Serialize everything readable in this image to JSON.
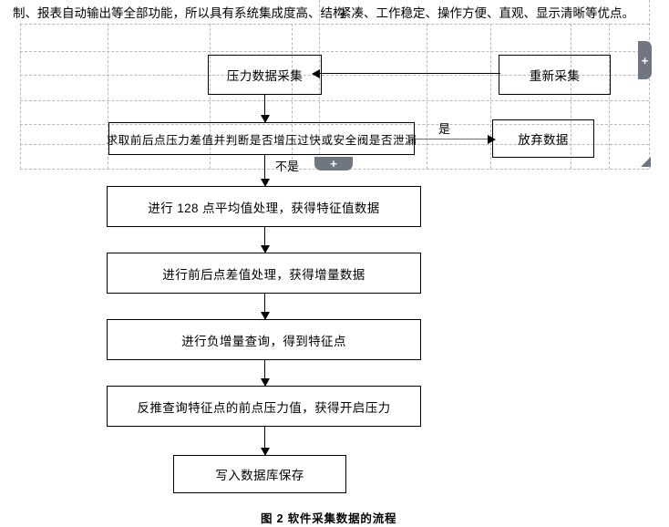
{
  "document": {
    "paragraph_left": "制、报表自动输出等全部功能，所以具有系统集成度高、结构",
    "paragraph_right": "紧凑、工作稳定、操作方便、直观、显示清晰等优点。",
    "figure_caption": "图 2 软件采集数据的流程"
  },
  "flowchart": {
    "type": "flowchart",
    "nodes": [
      {
        "id": "acquire",
        "label": "压力数据采集"
      },
      {
        "id": "reacquire",
        "label": "重新采集"
      },
      {
        "id": "judge",
        "label": "求取前后点压力差值并判断是否增压过快或安全阀是否泄漏"
      },
      {
        "id": "discard",
        "label": "放弃数据"
      },
      {
        "id": "average",
        "label": "进行 128 点平均值处理，获得特征值数据"
      },
      {
        "id": "difference",
        "label": "进行前后点差值处理，获得增量数据"
      },
      {
        "id": "negquery",
        "label": "进行负增量查询，得到特征点"
      },
      {
        "id": "backtrace",
        "label": "反推查询特征点的前点压力值，获得开启压力"
      },
      {
        "id": "save",
        "label": "写入数据库保存"
      }
    ],
    "edges": [
      {
        "from": "reacquire",
        "to": "acquire",
        "label": ""
      },
      {
        "from": "acquire",
        "to": "judge",
        "label": ""
      },
      {
        "from": "judge",
        "to": "discard",
        "label": "是"
      },
      {
        "from": "judge",
        "to": "average",
        "label": "不是"
      },
      {
        "from": "average",
        "to": "difference",
        "label": ""
      },
      {
        "from": "difference",
        "to": "negquery",
        "label": ""
      },
      {
        "from": "negquery",
        "to": "backtrace",
        "label": ""
      },
      {
        "from": "backtrace",
        "to": "save",
        "label": ""
      }
    ],
    "edge_labels": {
      "yes": "是",
      "no": "不是"
    }
  },
  "ui_controls": {
    "add_row_plus": "+",
    "add_column_plus": "+"
  },
  "colors": {
    "gridline": "#b9b9b9",
    "handle": "#6f7680",
    "box_border": "#000000",
    "gray_connector": "#6e6e6e"
  }
}
